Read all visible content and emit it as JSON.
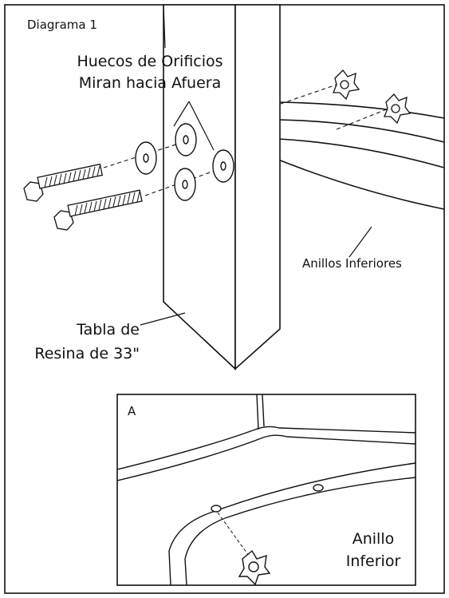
{
  "diagram": {
    "title": "Diagrama 1",
    "labels": {
      "holes_line1": "Huecos de Orificios",
      "holes_line2": "Miran hacia Afuera",
      "lower_rings": "Anillos Inferiores",
      "board_line1": "Tabla de",
      "board_line2": "Resina de 33\""
    },
    "inset": {
      "tag": "A",
      "label_line1": "Anillo",
      "label_line2": "Inferior"
    }
  }
}
